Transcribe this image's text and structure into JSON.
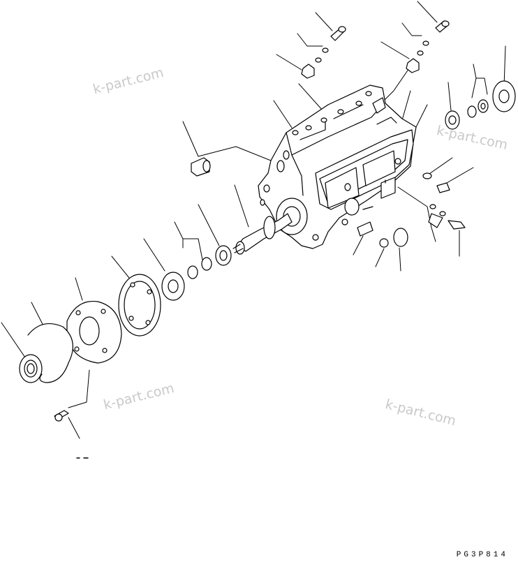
{
  "diagram": {
    "watermarks": [
      "k-part.com",
      "k-part.com",
      "k-part.com",
      "k-part.com"
    ],
    "drawing_code": "PG3P814",
    "colors": {
      "line": "#000000",
      "watermark": "#c9c9c9",
      "background": "#ffffff"
    }
  }
}
